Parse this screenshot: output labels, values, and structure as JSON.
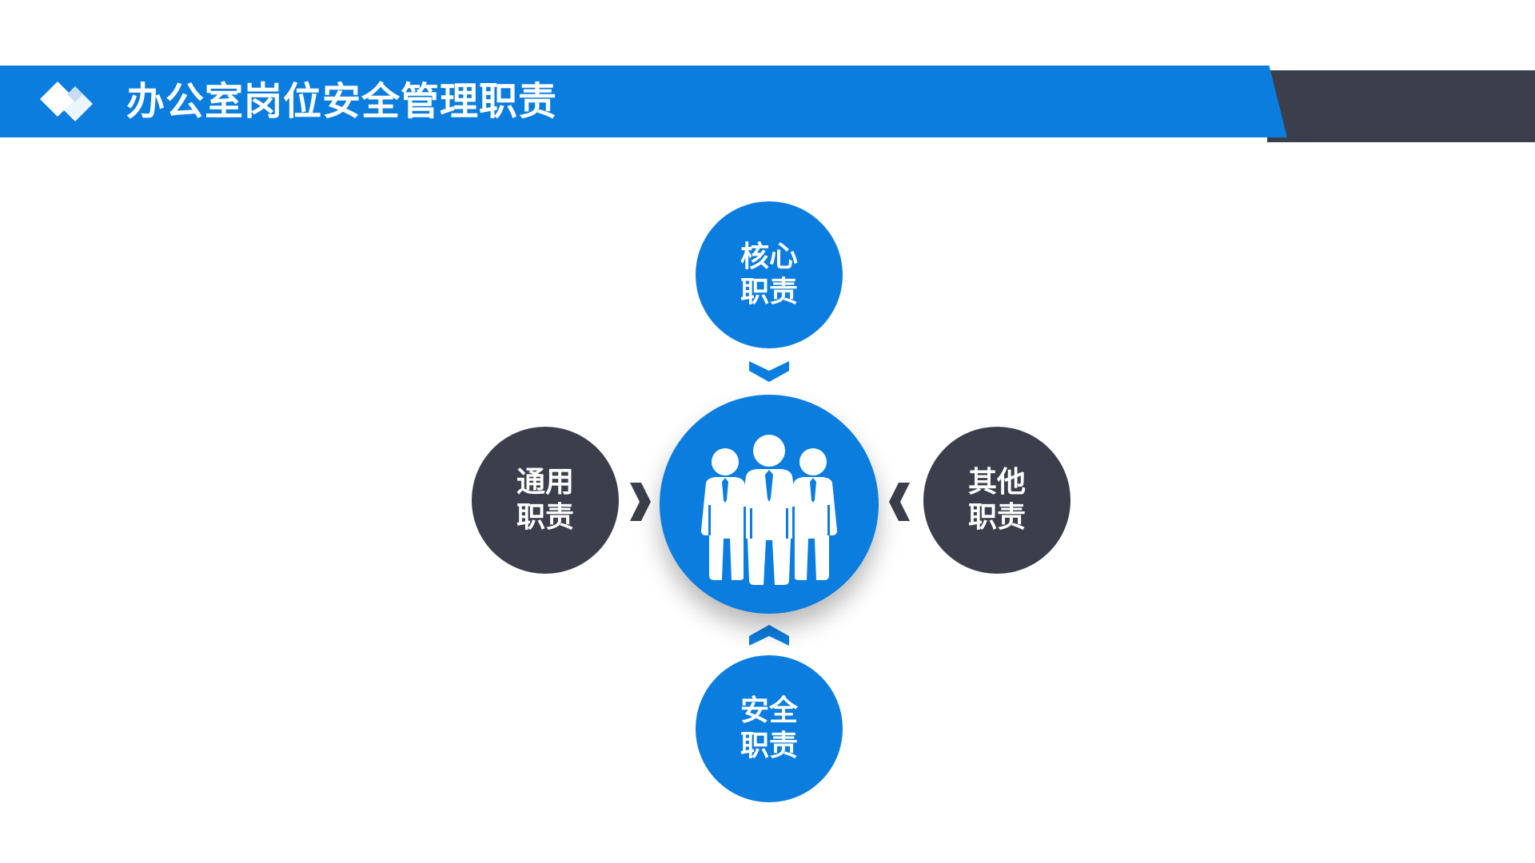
{
  "header": {
    "title": "办公室岗位安全管理职责"
  },
  "colors": {
    "accent_blue": "#0b7ddf",
    "dark_slate": "#3b3e4b",
    "text_on_fill": "#ffffff"
  },
  "diagram": {
    "center_icon": "people-group-icon",
    "nodes": {
      "top": {
        "line1": "核心",
        "line2": "职责"
      },
      "left": {
        "line1": "通用",
        "line2": "职责"
      },
      "right": {
        "line1": "其他",
        "line2": "职责"
      },
      "bottom": {
        "line1": "安全",
        "line2": "职责"
      }
    }
  }
}
